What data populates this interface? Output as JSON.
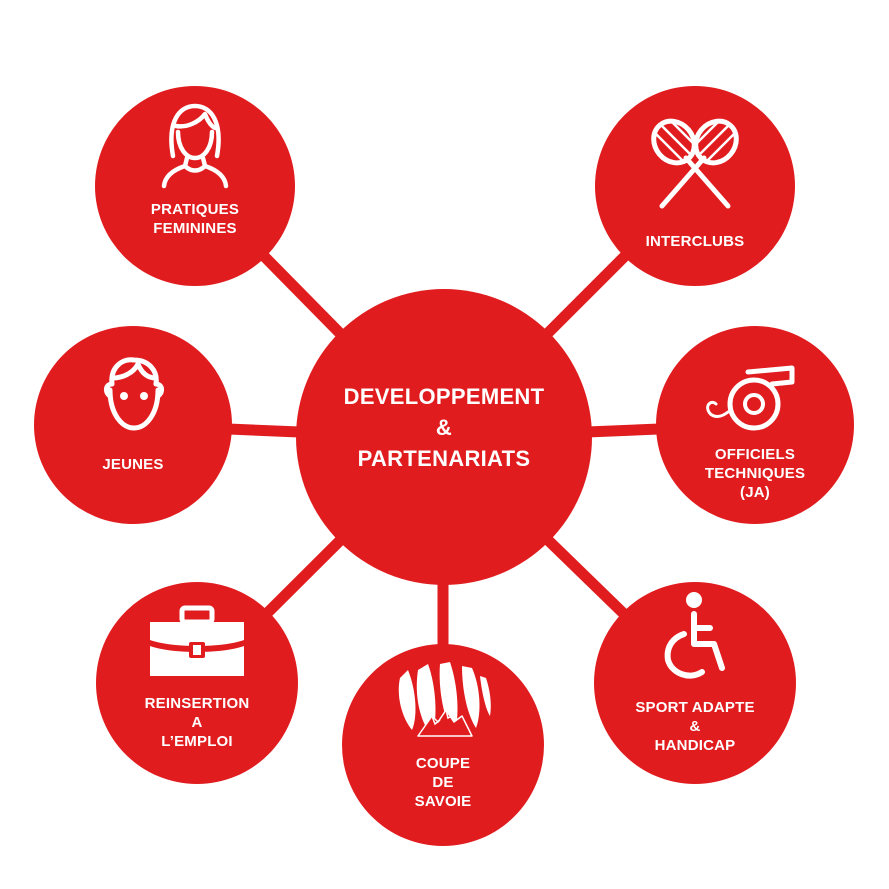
{
  "center": {
    "label": "DEVELOPPEMENT\n&\nPARTENARIATS"
  },
  "nodes": {
    "pratiques_feminines": {
      "label": "PRATIQUES\nFEMININES",
      "icon": "woman-icon"
    },
    "interclubs": {
      "label": "INTERCLUBS",
      "icon": "badminton-rackets-icon"
    },
    "jeunes": {
      "label": "JEUNES",
      "icon": "child-face-icon"
    },
    "officiels_techniques": {
      "label": "OFFICIELS\nTECHNIQUES\n(JA)",
      "icon": "whistle-icon"
    },
    "reinsertion_emploi": {
      "label": "REINSERTION\nA\nL’EMPLOI",
      "icon": "briefcase-icon"
    },
    "coupe_de_savoie": {
      "label": "COUPE\nDE\nSAVOIE",
      "icon": "savoie-logo-icon"
    },
    "sport_adapte_handicap": {
      "label": "SPORT ADAPTE\n&\nHANDICAP",
      "icon": "wheelchair-icon"
    }
  },
  "colors": {
    "accent": "#E11C1F",
    "foreground": "#FFFFFF"
  }
}
